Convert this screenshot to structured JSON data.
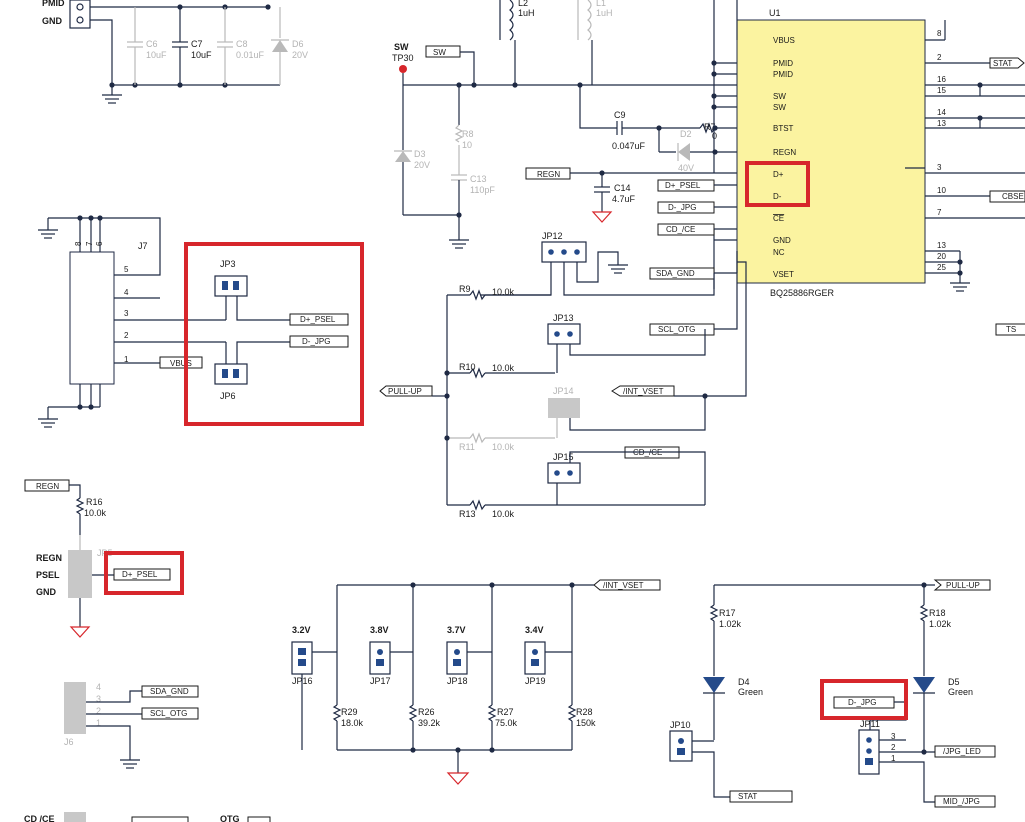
{
  "colors": {
    "wire": "#1f2a44",
    "chip": "#fbf3a0",
    "highlight": "#d7262b",
    "pin": "#244a8a",
    "dimmed": "#b9b9b9"
  },
  "top_left": {
    "pmid": "PMID",
    "gnd": "GND"
  },
  "caps": {
    "c6": {
      "ref": "C6",
      "val": "10uF"
    },
    "c7": {
      "ref": "C7",
      "val": "10uF"
    },
    "c8": {
      "ref": "C8",
      "val": "0.01uF"
    },
    "d6": {
      "ref": "D6",
      "val": "20V"
    }
  },
  "inductors": {
    "l2": {
      "ref": "L2",
      "val": "1uH"
    },
    "l1": {
      "ref": "L1",
      "val": "1uH"
    }
  },
  "sw_node": {
    "sw": "SW",
    "tp": "TP30",
    "net": "SW"
  },
  "parts": {
    "r8": {
      "ref": "R8",
      "val": "10"
    },
    "c13": {
      "ref": "C13",
      "val": "110pF"
    },
    "d3": {
      "ref": "D3",
      "val": "20V"
    },
    "c9": {
      "ref": "C9",
      "val": "0.047uF"
    },
    "r7": {
      "ref": "R7",
      "val": "0"
    },
    "d2": {
      "ref": "D2",
      "val": "40V"
    },
    "c14": {
      "ref": "C14",
      "val": "4.7uF"
    },
    "r16": {
      "ref": "R16",
      "val": "10.0k"
    },
    "r9": {
      "ref": "R9",
      "val": "10.0k"
    },
    "r10": {
      "ref": "R10",
      "val": "10.0k"
    },
    "r11": {
      "ref": "R11",
      "val": "10.0k"
    },
    "r13": {
      "ref": "R13",
      "val": "10.0k"
    },
    "r29": {
      "ref": "R29",
      "val": "18.0k"
    },
    "r26": {
      "ref": "R26",
      "val": "39.2k"
    },
    "r27": {
      "ref": "R27",
      "val": "75.0k"
    },
    "r28": {
      "ref": "R28",
      "val": "150k"
    },
    "r17": {
      "ref": "R17",
      "val": "1.02k"
    },
    "r18": {
      "ref": "R18",
      "val": "1.02k"
    },
    "d4": {
      "ref": "D4",
      "val": "Green"
    },
    "d5": {
      "ref": "D5",
      "val": "Green"
    }
  },
  "chip": {
    "ref": "U1",
    "part": "BQ25886RGER",
    "left_pins": [
      "VBUS",
      "PMID",
      "PMID",
      "SW",
      "SW",
      "BTST",
      "REGN",
      "D+",
      "D-",
      "CE",
      "GND",
      "NC",
      "VSET"
    ],
    "right_nums": [
      "8",
      "2",
      "16",
      "15",
      "14",
      "13",
      "3",
      "10",
      "7",
      "13",
      "20",
      "25"
    ],
    "right_nets": {
      "stat": "STAT",
      "cbse": "CBSE",
      "ts": "TS"
    }
  },
  "nets": {
    "regn": "REGN",
    "dp_psel": "D+_PSEL",
    "dm_jpg": "D-_JPG",
    "cd_ce": "CD_/CE",
    "sda_gnd": "SDA_GND",
    "scl_otg": "SCL_OTG",
    "int_vset": "/INT_VSET",
    "pull_up": "PULL-UP",
    "vbus": "VBUS",
    "stat": "STAT",
    "jpg_led": "/JPG_LED",
    "mid_jpg": "MID_/JPG"
  },
  "j7": {
    "ref": "J7",
    "pins_top": [
      "8",
      "7",
      "6"
    ],
    "pins": [
      "5",
      "4",
      "3",
      "2",
      "1"
    ]
  },
  "jumpers": {
    "jp3": "JP3",
    "jp6": "JP6",
    "jp12": "JP12",
    "jp13": "JP13",
    "jp14": "JP14",
    "jp15": "JP15",
    "jp16": "JP16",
    "jp17": "JP17",
    "jp18": "JP18",
    "jp19": "JP19",
    "jp10": "JP10",
    "jp11": "JP11",
    "jp5": "JP5"
  },
  "psel_block": {
    "regn": "REGN",
    "psel": "PSEL",
    "gnd": "GND"
  },
  "j6": {
    "ref": "J6",
    "pins": [
      "4",
      "3",
      "2",
      "1"
    ]
  },
  "vset_labels": [
    "3.2V",
    "3.8V",
    "3.7V",
    "3.4V"
  ],
  "jp11_pins": [
    "3",
    "2",
    "1"
  ],
  "bottom": {
    "cd_ce": "CD /CE",
    "otg": "OTG"
  }
}
